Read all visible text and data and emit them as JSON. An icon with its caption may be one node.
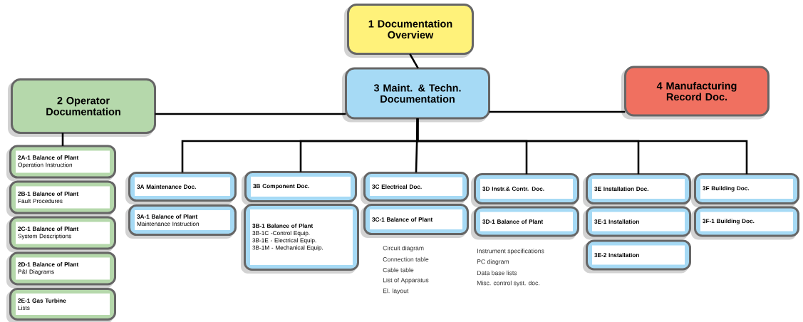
{
  "diagram": {
    "nodes": [
      {
        "text": [
          "1 Documentation Overview"
        ]
      },
      {
        "text": [
          "2 Operator Documentation"
        ]
      },
      {
        "text": [
          "3 Maint. & Techn. Documentation"
        ]
      },
      {
        "text": [
          "4 Manufacturing Record Doc."
        ]
      },
      {
        "text": [
          "2A-1 Balance of Plant",
          "Operation Instruction"
        ]
      },
      {
        "text": [
          "2B-1 Balance of Plant",
          "Fault Procedures"
        ]
      },
      {
        "text": [
          "2C-1 Balance of Plant",
          "System Descriptions"
        ]
      },
      {
        "text": [
          "2D-1 Balance of Plant",
          "P&I Diagrams"
        ]
      },
      {
        "text": [
          "2E-1 Gas Turbine",
          "Lists"
        ]
      },
      {
        "text": [
          "3A Maintenance Doc."
        ]
      },
      {
        "text": [
          "3A-1 Balance of Plant",
          "Maintenance Instruction"
        ]
      },
      {
        "text": [
          "3B Component Doc."
        ]
      },
      {
        "text": [
          "3B-1 Balance of Plant",
          "3B-1C -Control Equip.",
          "3B-1E - Electrical Equip.",
          "3B-1M - Mechanical Equip."
        ]
      },
      {
        "text": [
          "3C Electrical Doc."
        ]
      },
      {
        "text": [
          "3C-1 Balance of Plant"
        ],
        "beside": [
          "Circuit diagram",
          "Connection table",
          "Cable table",
          "List of Apparatus",
          "El. layout"
        ]
      },
      {
        "text": [
          "3D Instr.& Contr. Doc."
        ]
      },
      {
        "text": [
          "3D-1 Balance of Plant"
        ],
        "beside": [
          "Instrument specifications",
          "PC diagram",
          "Data base lists",
          "Misc. control syst. doc."
        ]
      },
      {
        "text": [
          "3E Installation Doc."
        ]
      },
      {
        "text": [
          "3E-1 Installation"
        ]
      },
      {
        "text": [
          "3E-2 Installation"
        ]
      },
      {
        "text": [
          "3F Building Doc."
        ]
      },
      {
        "text": [
          "3F-1 Building Doc."
        ]
      }
    ],
    "edges": [
      {
        "from": 0,
        "to": 2,
        "arrow": "none"
      },
      {
        "from": 2,
        "to": 1,
        "arrow": "none"
      },
      {
        "from": 2,
        "to": 3,
        "arrow": "none"
      },
      {
        "from": 1,
        "to": 4,
        "arrow": "none"
      },
      {
        "from": 2,
        "to": 9,
        "arrow": "none"
      },
      {
        "from": 2,
        "to": 11,
        "arrow": "none"
      },
      {
        "from": 2,
        "to": 13,
        "arrow": "none"
      },
      {
        "from": 2,
        "to": 15,
        "arrow": "none"
      },
      {
        "from": 2,
        "to": 17,
        "arrow": "none"
      },
      {
        "from": 2,
        "to": 20,
        "arrow": "none"
      }
    ]
  }
}
